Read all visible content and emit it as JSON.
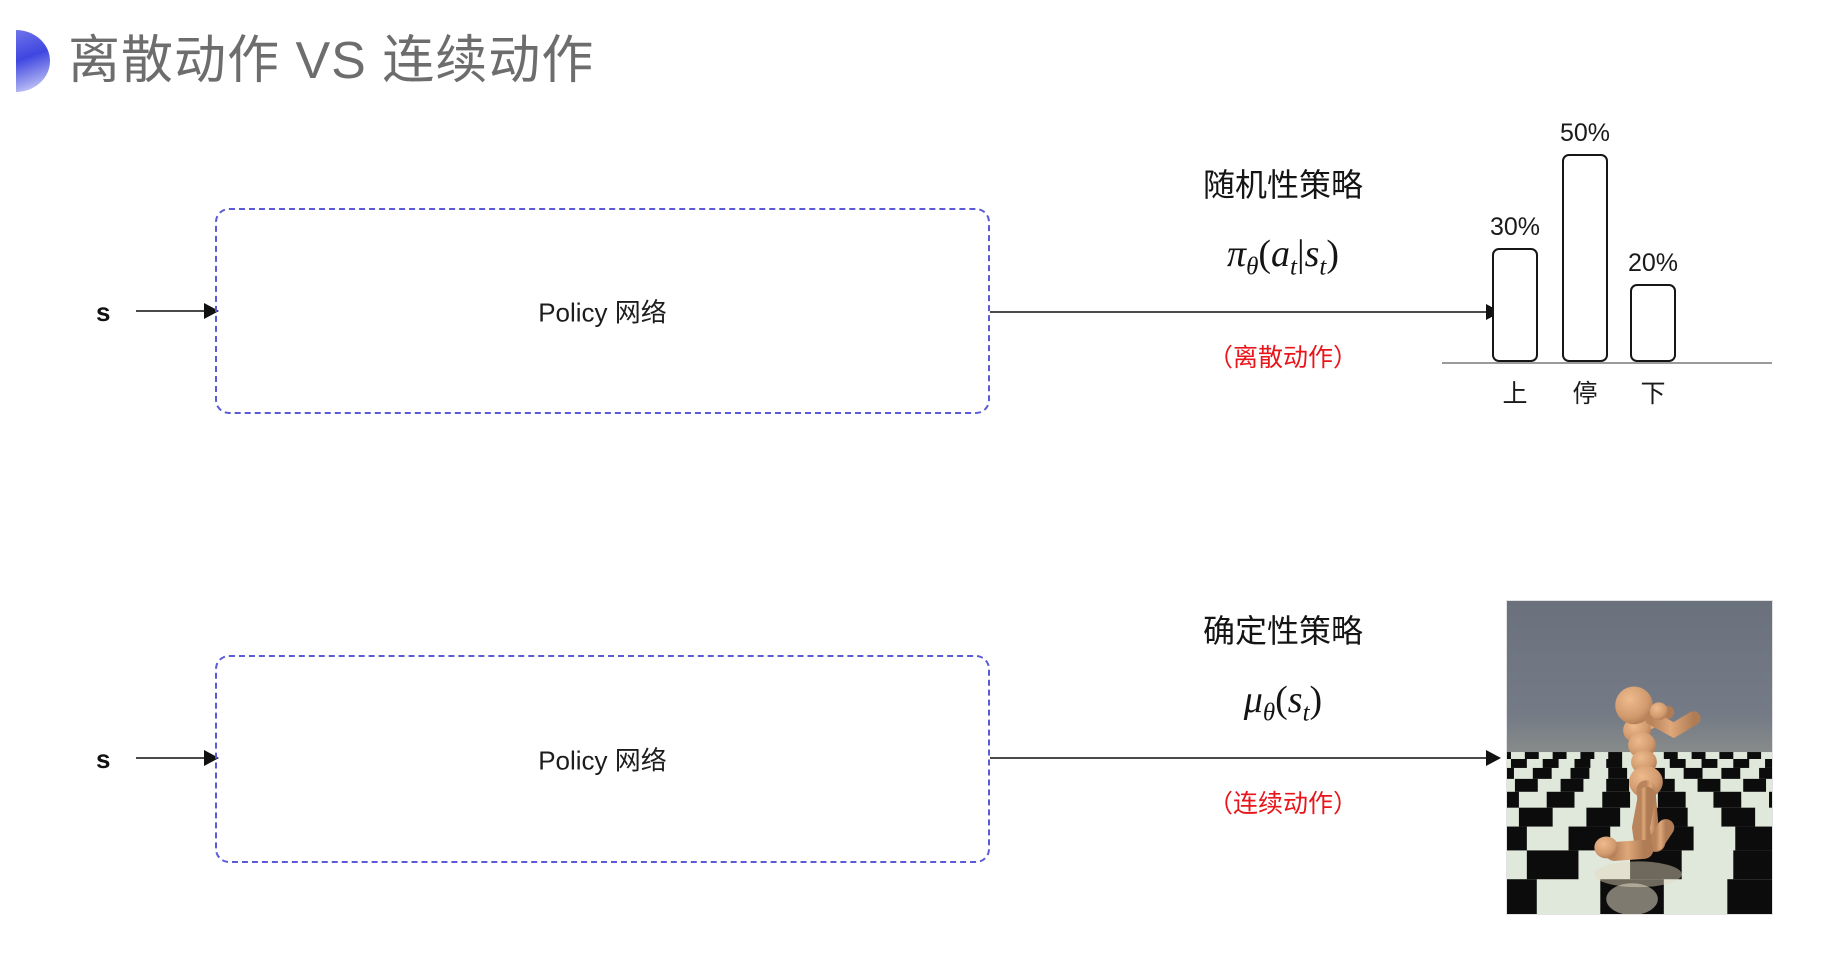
{
  "slide": {
    "title": "离散动作 VS 连续动作",
    "bullet_icon": "half-circle-bullet-icon",
    "title_color": "#6d6d6d",
    "accent_color": "#3f46e0"
  },
  "rows": [
    {
      "input_label": "s",
      "box_label": "Policy 网络",
      "policy_title": "随机性策略",
      "formula_pi": "π",
      "formula_theta": "θ",
      "formula_body_open": "(",
      "formula_a": "a",
      "formula_a_sub": "t",
      "formula_bar": "|",
      "formula_s": "s",
      "formula_s_sub": "t",
      "formula_body_close": ")",
      "note": "（离散动作）",
      "note_color": "#e8151b"
    },
    {
      "input_label": "s",
      "box_label": "Policy 网络",
      "policy_title": "确定性策略",
      "formula_mu": "μ",
      "formula_theta": "θ",
      "formula_body_open": "(",
      "formula_s": "s",
      "formula_s_sub": "t",
      "formula_body_close": ")",
      "note": "（连续动作）",
      "note_color": "#e8151b"
    }
  ],
  "chart_data": {
    "type": "bar",
    "title": "",
    "categories": [
      "上",
      "停",
      "下"
    ],
    "values": [
      30,
      50,
      20
    ],
    "value_labels": [
      "30%",
      "50%",
      "20%"
    ],
    "xlabel": "",
    "ylabel": "",
    "ylim": [
      0,
      60
    ],
    "grid": false,
    "legend": "none",
    "bar_fill": "#ffffff",
    "bar_stroke": "#161616",
    "axis_color": "#9a9a9a"
  },
  "humanoid": {
    "caption": "",
    "alt": "MuJoCo humanoid kneeling on checkerboard floor",
    "sky_color": "#6d7480",
    "floor_light": "#dfe8da",
    "floor_dark": "#0c0c0c",
    "body_color": "#d8a274"
  }
}
